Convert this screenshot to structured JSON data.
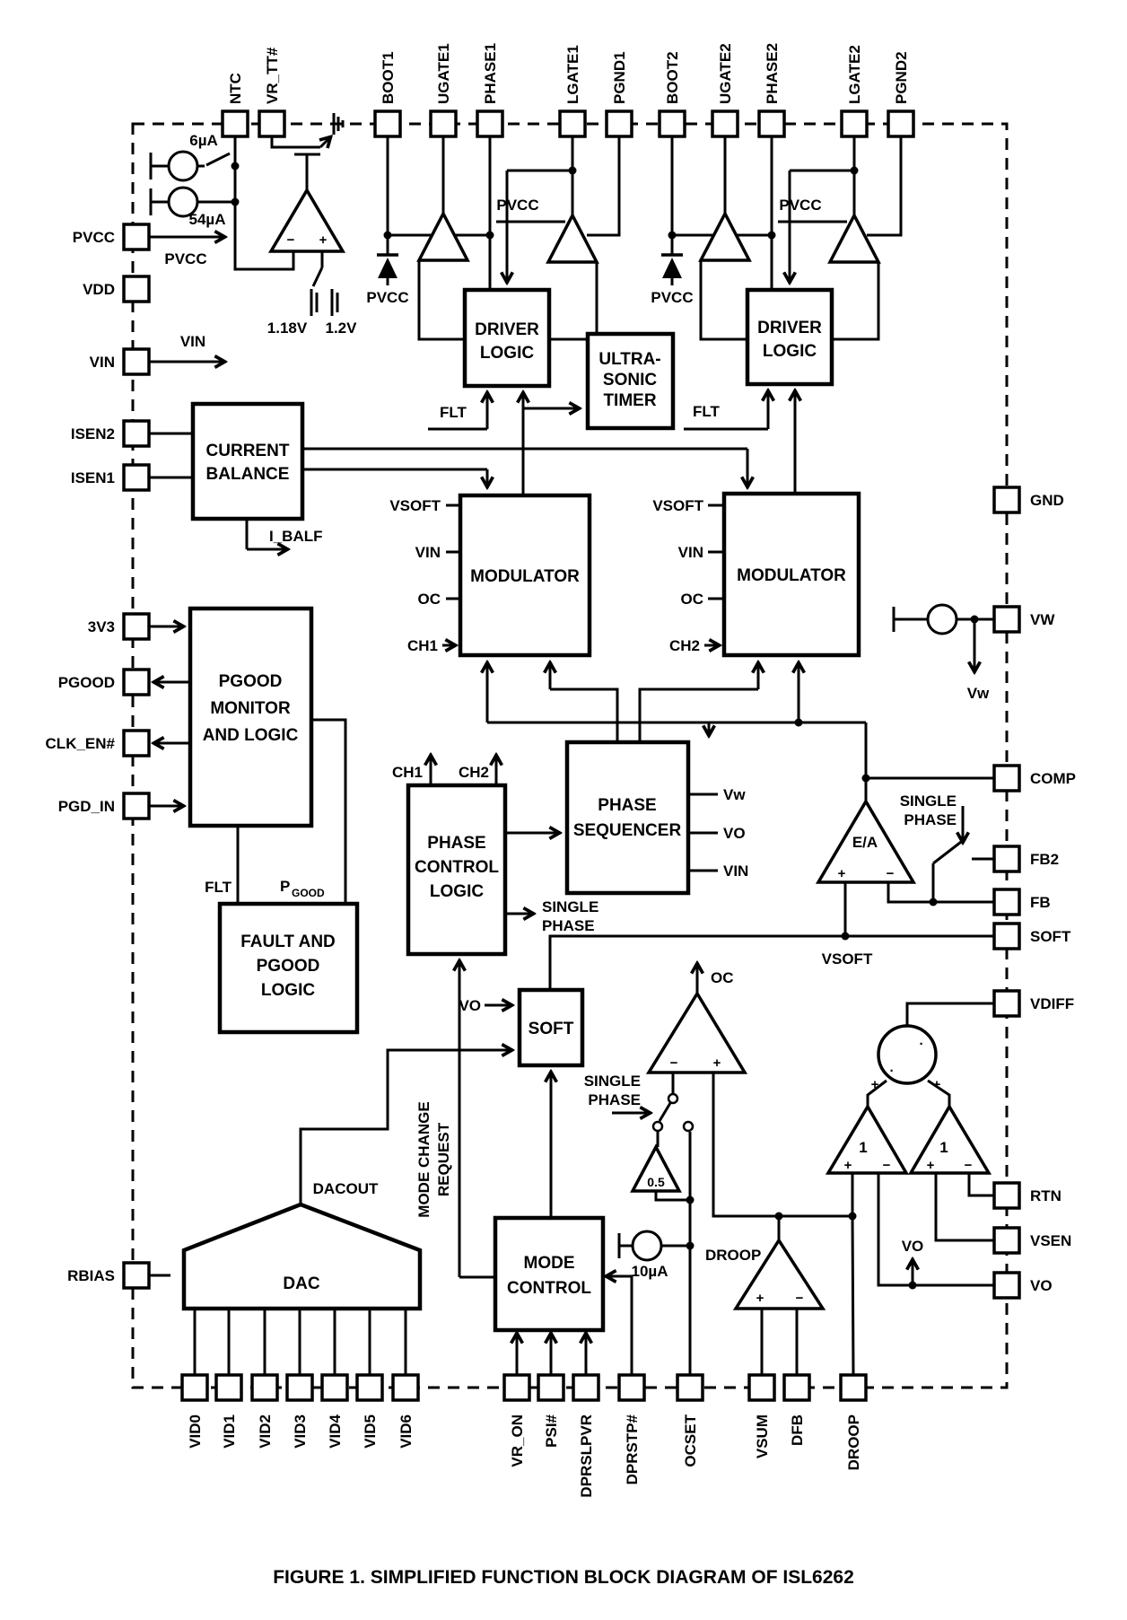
{
  "figure_caption": "FIGURE 1.  SIMPLIFIED FUNCTION BLOCK DIAGRAM OF ISL6262",
  "pins": {
    "top": [
      "NTC",
      "VR_TT#",
      "BOOT1",
      "UGATE1",
      "PHASE1",
      "LGATE1",
      "PGND1",
      "BOOT2",
      "UGATE2",
      "PHASE2",
      "LGATE2",
      "PGND2"
    ],
    "left": [
      "PVCC",
      "VDD",
      "VIN",
      "ISEN2",
      "ISEN1",
      "3V3",
      "PGOOD",
      "CLK_EN#",
      "PGD_IN",
      "RBIAS"
    ],
    "right": [
      "GND",
      "VW",
      "COMP",
      "FB2",
      "FB",
      "SOFT",
      "VDIFF",
      "RTN",
      "VSEN",
      "VO"
    ],
    "bottom": [
      "VID0",
      "VID1",
      "VID2",
      "VID3",
      "VID4",
      "VID5",
      "VID6",
      "VR_ON",
      "PSI#",
      "DPRSLPVR",
      "DPRSTP#",
      "OCSET",
      "VSUM",
      "DFB",
      "DROOP"
    ]
  },
  "blocks": {
    "current_balance": [
      "CURRENT",
      "BALANCE"
    ],
    "driver_logic": [
      "DRIVER",
      "LOGIC"
    ],
    "ultrasonic_timer": [
      "ULTRA-",
      "SONIC",
      "TIMER"
    ],
    "modulator": "MODULATOR",
    "pgood_monitor": [
      "PGOOD",
      "MONITOR",
      "AND LOGIC"
    ],
    "fault_pgood": [
      "FAULT AND",
      "PGOOD",
      "LOGIC"
    ],
    "phase_control": [
      "PHASE",
      "CONTROL",
      "LOGIC"
    ],
    "phase_sequencer": [
      "PHASE",
      "SEQUENCER"
    ],
    "soft": "SOFT",
    "mode_control": [
      "MODE",
      "CONTROL"
    ],
    "dac": "DAC"
  },
  "amps": {
    "error_amp": "E/A",
    "unity_gain": "1",
    "half_gain": "0.5"
  },
  "sources": {
    "i6": "6µA",
    "i54": "54µA",
    "i10": "10µA"
  },
  "refs": {
    "v118": "1.18V",
    "v12": "1.2V"
  },
  "signals": {
    "pvcc": "PVCC",
    "vin": "VIN",
    "flt": "FLT",
    "i_balf": "I_BALF",
    "pgood_p": "P",
    "pgood_sub": "GOOD",
    "vsoft": "VSOFT",
    "oc": "OC",
    "ch1": "CH1",
    "ch2": "CH2",
    "vw": "Vw",
    "vo": "VO",
    "single": "SINGLE",
    "phase": "PHASE",
    "dacout": "DACOUT",
    "mode_change": "MODE CHANGE",
    "request": "REQUEST",
    "droop": "DROOP"
  },
  "signs": {
    "plus": "+",
    "minus": "−",
    "dot": "·"
  }
}
